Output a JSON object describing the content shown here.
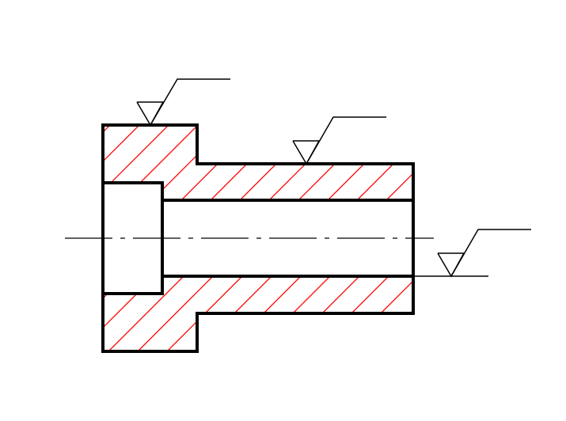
{
  "drawing": {
    "hatch_color": "#ff0000",
    "line_color": "#000000",
    "symbols": [
      "surface-roughness-symbol",
      "surface-roughness-symbol",
      "surface-roughness-symbol"
    ]
  }
}
